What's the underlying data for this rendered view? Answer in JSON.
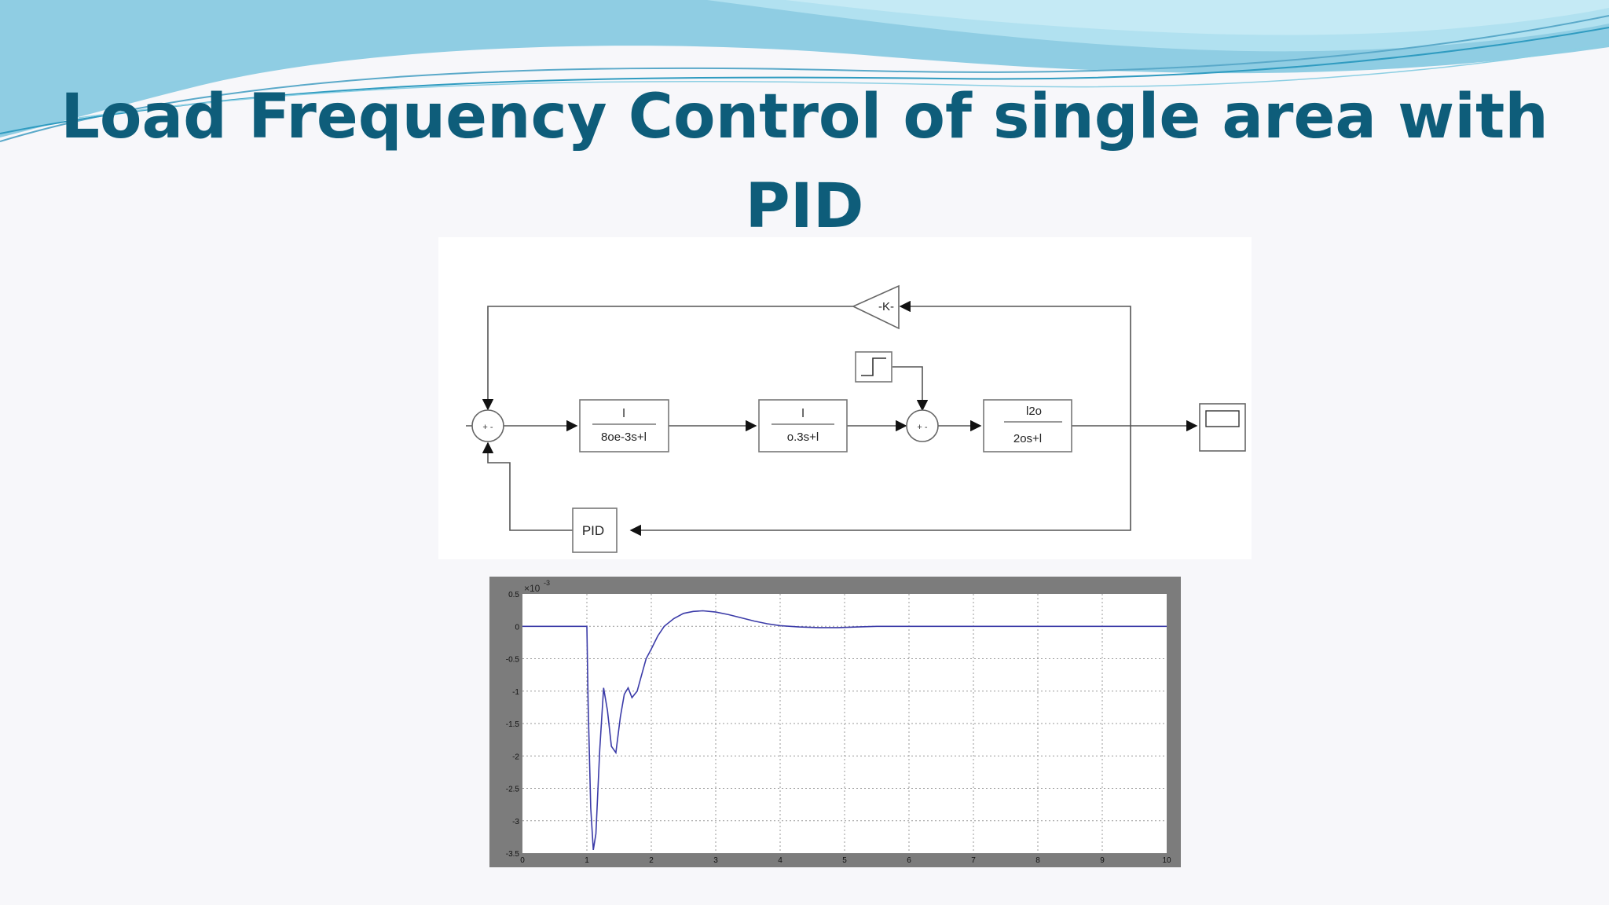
{
  "slide": {
    "title_line1": "Load Frequency Control of single area with PID",
    "title_line2": "Controller"
  },
  "colors": {
    "title": "#0e5d7a",
    "wave_light": "#b9e6f2",
    "wave_mid": "#7cc6de",
    "wave_dark": "#2f9bc0",
    "trace": "#3b3ba8"
  },
  "diagram": {
    "sum1_signs": "+ -",
    "block1": {
      "num": "l",
      "den": "8oe-3s+l"
    },
    "block2": {
      "num": "l",
      "den": "o.3s+l"
    },
    "sum2_signs": "+ -",
    "block3": {
      "num": "l2o",
      "den": "2os+l"
    },
    "gain_label": "-K-",
    "pid_label": "PID",
    "step_icon": "step-source-icon",
    "scope_icon": "scope-icon"
  },
  "chart_data": {
    "type": "line",
    "title": "",
    "xlabel": "",
    "ylabel": "",
    "y_exponent_label": "×10",
    "y_exponent_power": "-3",
    "xlim": [
      0,
      10
    ],
    "ylim": [
      -3.5,
      0.5
    ],
    "x_ticks": [
      "0",
      "1",
      "2",
      "3",
      "4",
      "5",
      "6",
      "7",
      "8",
      "9",
      "10"
    ],
    "y_ticks": [
      "0.5",
      "0",
      "-0.5",
      "-1",
      "-1.5",
      "-2",
      "-2.5",
      "-3",
      "-3.5"
    ],
    "grid": true,
    "series": [
      {
        "x": [
          0,
          1.0,
          1.02,
          1.06,
          1.1,
          1.14,
          1.2,
          1.26,
          1.32,
          1.38,
          1.45,
          1.52,
          1.58,
          1.64,
          1.7,
          1.78,
          1.85,
          1.92,
          2.0,
          2.1,
          2.2,
          2.35,
          2.5,
          2.65,
          2.8,
          3.0,
          3.2,
          3.4,
          3.6,
          3.8,
          4.0,
          4.3,
          4.6,
          4.9,
          5.2,
          5.5,
          6.0,
          6.5,
          7.0,
          8.0,
          9.0,
          10.0
        ],
        "values": [
          0,
          0,
          -1.2,
          -2.8,
          -3.45,
          -3.2,
          -1.9,
          -0.95,
          -1.3,
          -1.85,
          -1.95,
          -1.4,
          -1.05,
          -0.95,
          -1.1,
          -1.0,
          -0.75,
          -0.5,
          -0.35,
          -0.15,
          0.0,
          0.12,
          0.2,
          0.23,
          0.24,
          0.22,
          0.18,
          0.13,
          0.08,
          0.04,
          0.01,
          -0.01,
          -0.02,
          -0.02,
          -0.01,
          0.0,
          0.0,
          0.0,
          0.0,
          0.0,
          0.0,
          0.0
        ]
      }
    ]
  }
}
